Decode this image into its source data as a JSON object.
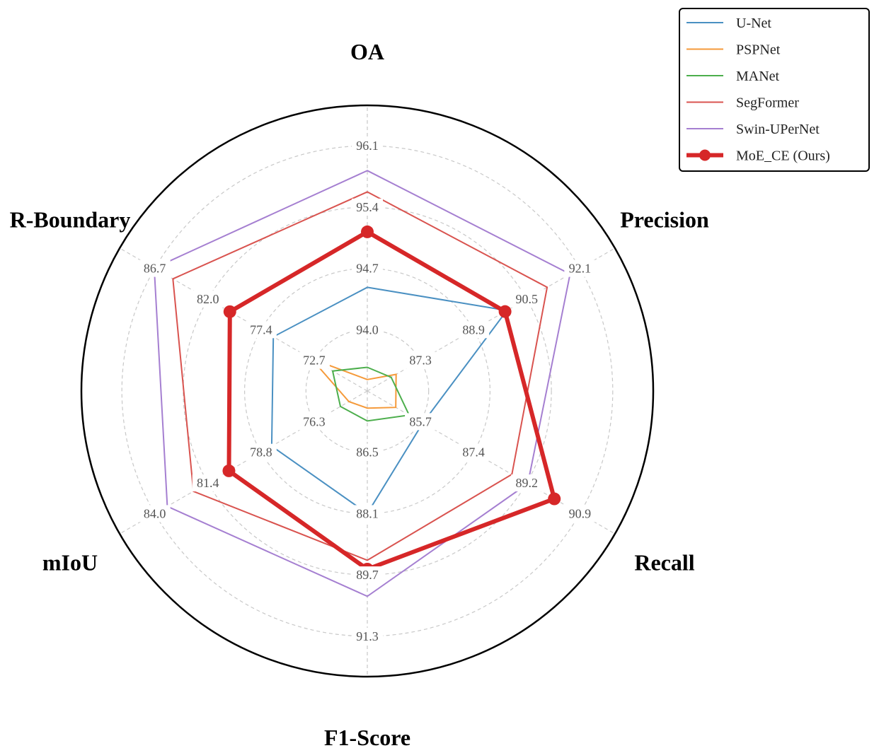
{
  "chart_data": {
    "type": "radar",
    "axes": [
      {
        "label": "OA",
        "ticks": [
          "94.0",
          "94.7",
          "95.4",
          "96.1"
        ],
        "range": [
          93.3,
          96.8
        ]
      },
      {
        "label": "Precision",
        "ticks": [
          "87.3",
          "88.9",
          "90.5",
          "92.1"
        ],
        "range": [
          85.7,
          93.7
        ]
      },
      {
        "label": "Recall",
        "ticks": [
          "85.7",
          "87.4",
          "89.2",
          "90.9"
        ],
        "range": [
          83.95,
          92.65
        ]
      },
      {
        "label": "F1-Score",
        "ticks": [
          "86.5",
          "88.1",
          "89.7",
          "91.3"
        ],
        "range": [
          84.9,
          92.9
        ]
      },
      {
        "label": "mIoU",
        "ticks": [
          "76.3",
          "78.8",
          "81.4",
          "84.0"
        ],
        "range": [
          73.7,
          86.6
        ]
      },
      {
        "label": "R-Boundary",
        "ticks": [
          "72.7",
          "77.4",
          "82.0",
          "86.7"
        ],
        "range": [
          68.0,
          91.4
        ]
      }
    ],
    "series": [
      {
        "name": "U-Net",
        "color": "#4a90c2",
        "values": [
          94.57,
          90.21,
          85.9,
          88.33,
          78.68,
          76.88
        ]
      },
      {
        "name": "PSPNet",
        "color": "#f59a3a",
        "values": [
          93.44,
          86.63,
          84.95,
          85.38,
          74.66,
          73.28
        ]
      },
      {
        "name": "MANet",
        "color": "#4cae4c",
        "values": [
          93.59,
          86.47,
          85.42,
          85.74,
          75.1,
          71.28
        ]
      },
      {
        "name": "SegFormer",
        "color": "#d9534f",
        "values": [
          95.74,
          91.51,
          89.03,
          89.64,
          82.76,
          86.37
        ]
      },
      {
        "name": "Swin-UPerNet",
        "color": "#a57fd1",
        "values": [
          96.0,
          92.25,
          89.59,
          90.65,
          84.12,
          88.14
        ]
      },
      {
        "name": "MoE_CE (Ours)",
        "color": "#d62728",
        "values": [
          95.25,
          90.15,
          90.52,
          89.89,
          80.91,
          80.99
        ]
      }
    ]
  }
}
